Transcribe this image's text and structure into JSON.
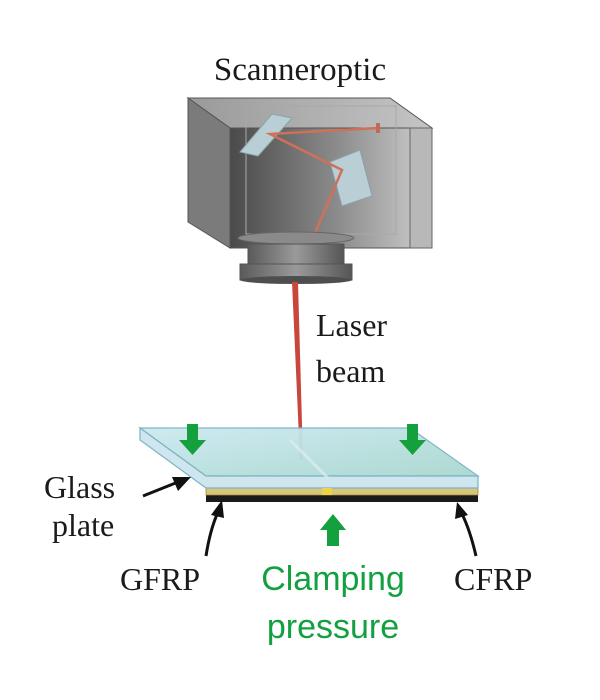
{
  "labels": {
    "scanner": "Scanneroptic",
    "laser_line1": "Laser",
    "laser_line2": "beam",
    "glass_line1": "Glass",
    "glass_line2": "plate",
    "gfrp": "GFRP",
    "cfrp": "CFRP",
    "clamping_line1": "Clamping",
    "clamping_line2": "pressure"
  },
  "colors": {
    "laser": "#c8463c",
    "pressure_arrow": "#14a03c",
    "pressure_text": "#13a040",
    "glass_fill": "#b9e0dc",
    "scanner_body": "#6b6b6b",
    "gfrp_layer": "#d8c77a",
    "cfrp_layer": "#1a1a1a"
  }
}
